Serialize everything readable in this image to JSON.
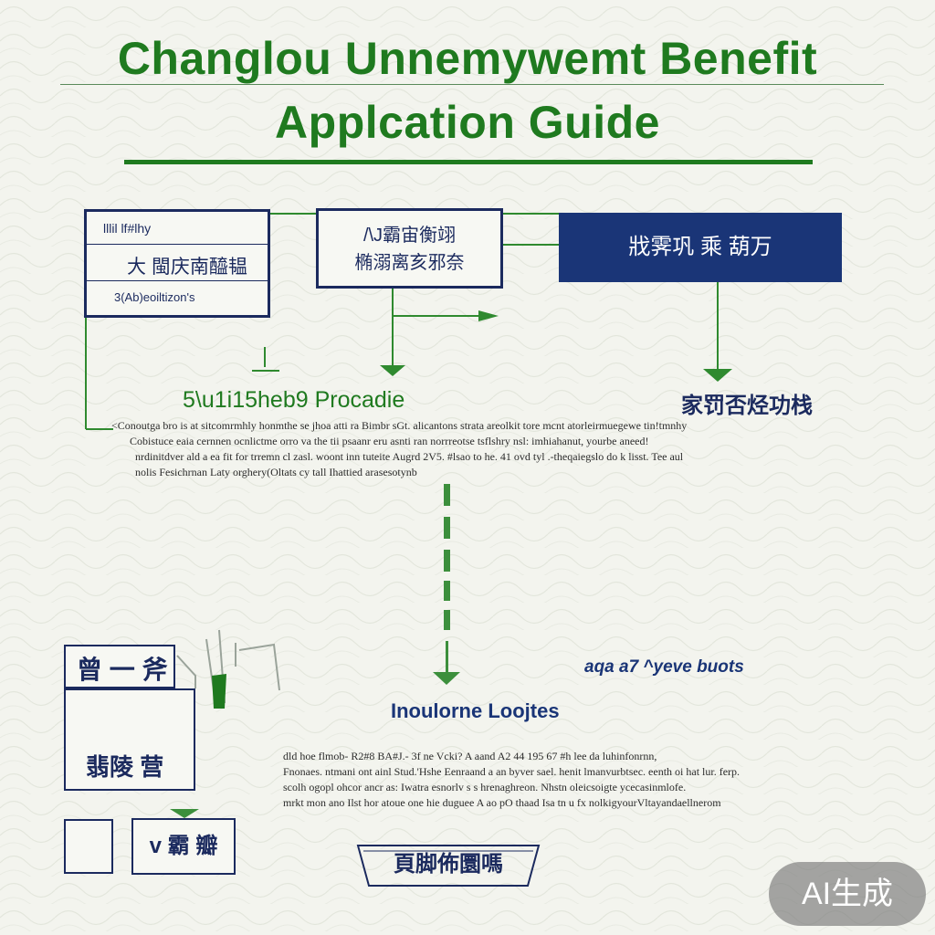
{
  "title": {
    "line1": "Changlou  Unnemywemt Benefit",
    "line2": "Applcation Guide"
  },
  "boxes": {
    "left": {
      "row1": "lllil lf#lhy",
      "row2": "大 閩庆南醯韫",
      "row3": "3(Ab)eoiltizon's"
    },
    "middle": {
      "line1": "/\\J霸宙衡翊",
      "line2": "椭溺离亥邪奈"
    },
    "right": "戕霁巩 乘 葫万"
  },
  "labels": {
    "procedure": "5\\u1i15heb9 Procadie",
    "right_heading": "家罚否烃功栈",
    "aqa": "aqa a7 ^yeve buots",
    "innovation": "Inoulorne Loojtes",
    "bottom_banner": "頁脚佈圜嗎"
  },
  "paragraphs": {
    "p1": [
      "<Conoutga bro is at sitcomrmhly honmthe se jhoa  atti  ra Bimbr sGt. alicantons strata areolkit tore mcnt atorleirmuegewe tin!tmnhy",
      "Cobistuce eaia cernnen ocnlictme orro    va the tii psaanr eru asnti ran norrreotse tsflshry nsl: imhiahanut, yourbe aneed!",
      "nrdinitdver ald a ea fit for  trremn cl zasl.  woont inn tuteite Augrd 2V5. #lsao to he. 41 ovd tyl .-theqaiegslo do k lisst. Tee aul",
      "nolis Fesichrnan Laty orghery(Oltats cy tall Ihattied arasesotynb"
    ],
    "p2": [
      "dld hoe flmob-  R2#8 BA#J.- 3f ne Vcki? A aand  A2 44 195 67 #h lee da luhinfonrnn,",
      "Fnonaes. ntmani ont ainl Stud.'Hshe Eenraand a an byver sael. henit lmanvurbtsec. eenth oi hat lur. ferp.",
      "scolh ogopl ohcor ancr as: Iwatra esnorlv s s hrenaghreon. Nhstn oleicsoigte  ycecasinmlofe.",
      "mrkt mon ano Ilst hor atoue one hie duguee A ao pO thaad Isa tn u fx nolkigyourVltayandaellnerom"
    ]
  },
  "small_boxes": {
    "top": "曾 一 斧",
    "middle": "翡陵 营",
    "bottom_right": "v 霸 瓣"
  },
  "watermark": "AI生成",
  "colors": {
    "title_green": "#1f7a1f",
    "navy": "#1b2a5e",
    "navy_fill": "#1a3577",
    "background": "#f3f4ee"
  }
}
